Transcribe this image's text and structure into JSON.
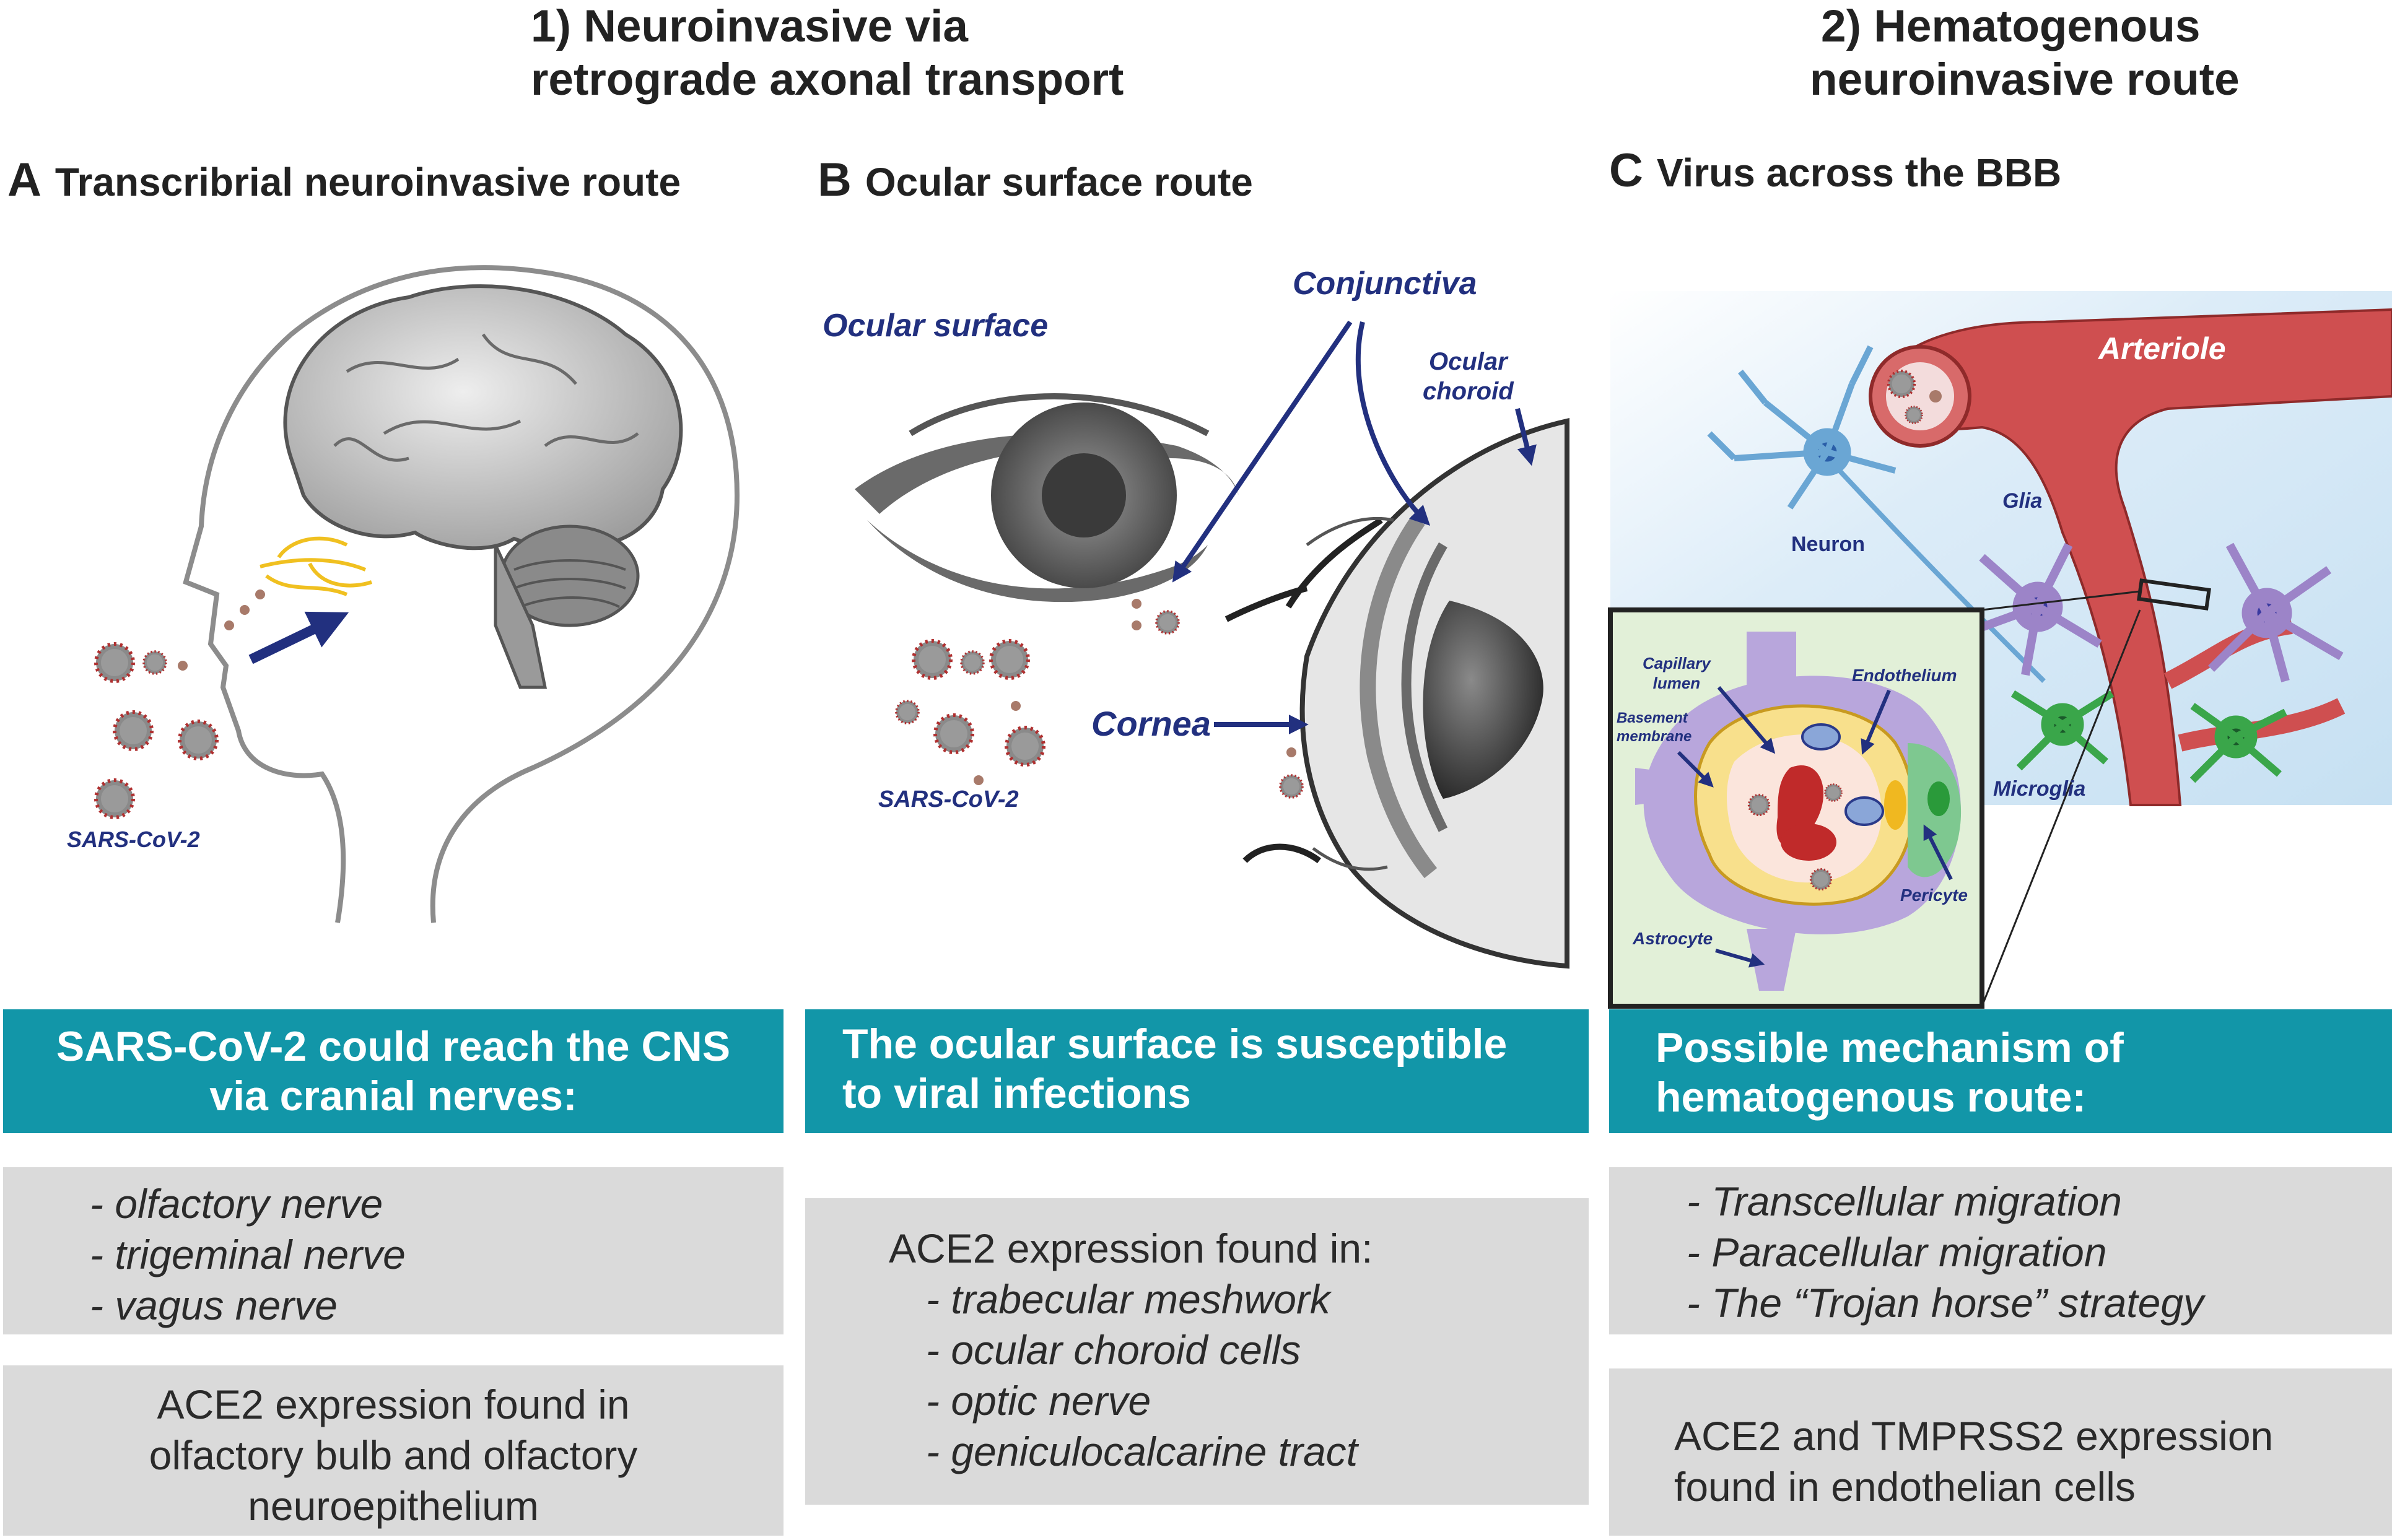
{
  "headers": {
    "route1_line1": "1) Neuroinvasive via",
    "route1_line2": "retrograde axonal transport",
    "route2_line1": "2) Hematogenous",
    "route2_line2": "neuroinvasive route"
  },
  "panels": {
    "a": {
      "letter": "A",
      "title": "Transcribrial neuroinvasive route",
      "virus_label": "SARS-CoV-2"
    },
    "b": {
      "letter": "B",
      "title": "Ocular surface route",
      "labels": {
        "ocular_surface": "Ocular surface",
        "conjunctiva": "Conjunctiva",
        "ocular_choroid_1": "Ocular",
        "ocular_choroid_2": "choroid",
        "cornea": "Cornea",
        "virus": "SARS-CoV-2"
      }
    },
    "c": {
      "letter": "C",
      "title": "Virus across the BBB",
      "labels": {
        "arteriole": "Arteriole",
        "neuron": "Neuron",
        "glia": "Glia",
        "microglia": "Microglia",
        "capillary_1": "Capillary",
        "capillary_2": "lumen",
        "basement_1": "Basement",
        "basement_2": "membrane",
        "endothelium": "Endothelium",
        "pericyte": "Pericyte",
        "astrocyte": "Astrocyte"
      }
    }
  },
  "summaries": {
    "a": {
      "headline_1": "SARS-CoV-2 could reach the CNS",
      "headline_2": "via cranial nerves:",
      "items": [
        "- olfactory nerve",
        "- trigeminal nerve",
        "- vagus nerve"
      ],
      "note_1": "ACE2 expression found in",
      "note_2": "olfactory bulb and olfactory",
      "note_3": "neuroepithelium"
    },
    "b": {
      "headline_1": "The ocular surface is susceptible",
      "headline_2": "to viral infections",
      "intro": "ACE2 expression found in:",
      "items": [
        "- trabecular meshwork",
        "- ocular choroid cells",
        "- optic nerve",
        "- geniculocalcarine tract"
      ]
    },
    "c": {
      "headline_1": "Possible mechanism of",
      "headline_2": "hematogenous route:",
      "items": [
        "- Transcellular migration",
        "- Paracellular migration",
        "- The “Trojan horse” strategy"
      ],
      "note_1": "ACE2 and TMPRSS2 expression",
      "note_2": "found in endothelian cells"
    }
  },
  "colors": {
    "teal": "#1296a8",
    "grey_box": "#dadada",
    "label_blue": "#22307f",
    "arteriole_red": "#cf4f50",
    "neuron_blue": "#6aa6d4",
    "glia_purple": "#9c84c8",
    "microglia_green": "#3aa64a"
  }
}
